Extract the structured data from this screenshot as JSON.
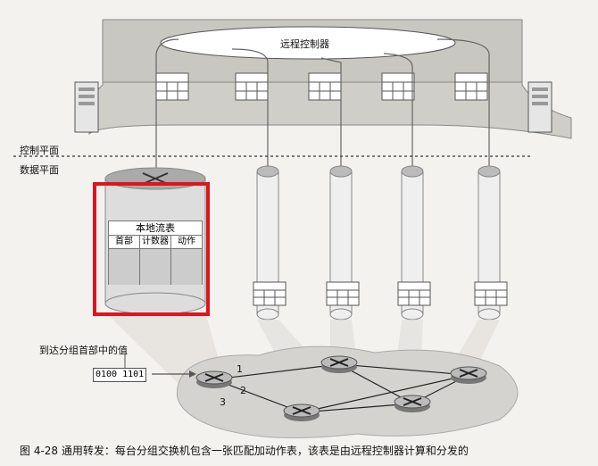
{
  "labels": {
    "remote_controller": "远程控制器",
    "control_plane": "控制平面",
    "data_plane": "数据平面",
    "local_flow_table": "本地流表",
    "col_header": "首部",
    "col_counter": "计数器",
    "col_action": "动作",
    "packet_header_values": "到达分组首部中的值",
    "packet_bits": "0100 1101",
    "link_1": "1",
    "link_2": "2",
    "link_3": "3",
    "caption": "图 4-28   通用转发：每台分组交换机包含一张匹配加动作表，该表是由远程控制器计算和分发的"
  },
  "colors": {
    "highlight": "#e0141e",
    "panel": "#d0cec9",
    "cloud": "#d5d3d0"
  }
}
